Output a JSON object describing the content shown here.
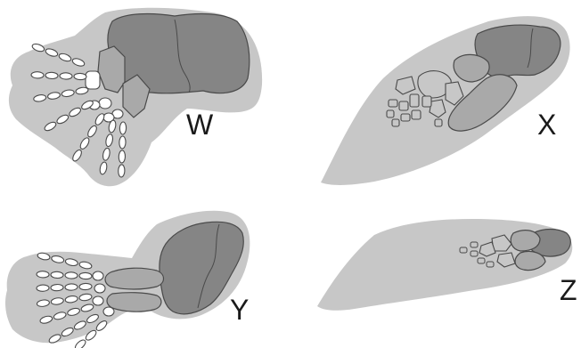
{
  "colors": {
    "flesh": "#c7c7c7",
    "bone_dark": "#858585",
    "bone_mid": "#a9a9a9",
    "bone_light": "#ffffff",
    "outline": "#4a4a4a",
    "label": "#1a1a1a"
  },
  "specimens": [
    {
      "id": "w",
      "label": "W"
    },
    {
      "id": "x",
      "label": "X"
    },
    {
      "id": "y",
      "label": "Y"
    },
    {
      "id": "z",
      "label": "Z"
    }
  ]
}
